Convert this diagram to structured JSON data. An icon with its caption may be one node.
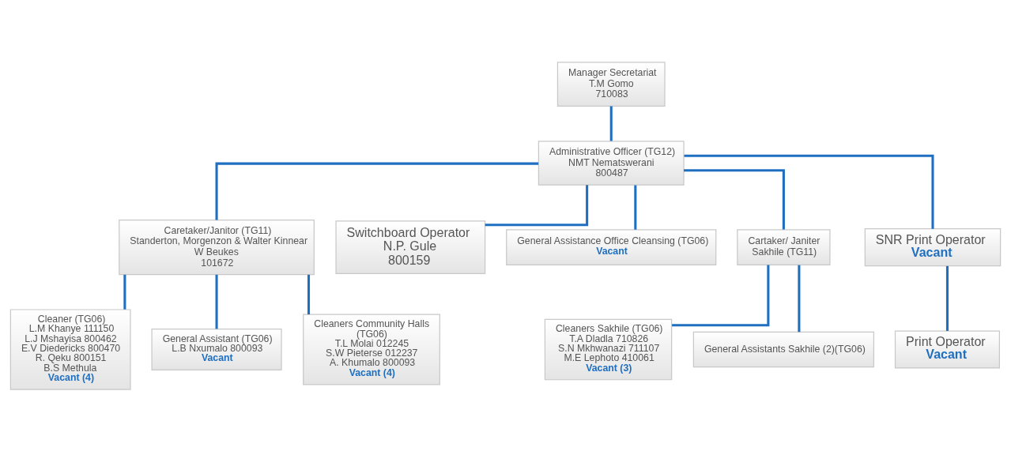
{
  "diagram": {
    "nodes": [
      {
        "text": [
          "Manager Secretariat",
          "T.M Gomo",
          "710083"
        ]
      },
      {
        "text": [
          "Administrative Officer (TG12)",
          "NMT Nematswerani",
          "800487"
        ]
      },
      {
        "text": [
          "Caretaker/Janitor (TG11)",
          "Standerton, Morgenzon & Walter Kinnear",
          "W Beukes",
          "101672"
        ]
      },
      {
        "text": [
          "Switchboard Operator",
          "N.P. Gule",
          "800159"
        ]
      },
      {
        "text": [
          "General Assistance Office Cleansing (TG06)",
          "Vacant"
        ]
      },
      {
        "text": [
          "Cartaker/ Janiter",
          "Sakhile (TG11)"
        ]
      },
      {
        "text": [
          "SNR Print Operator",
          "Vacant"
        ]
      },
      {
        "text": [
          "Cleaner (TG06)",
          "L.M Khanye 111150",
          "L.J Mshayisa 800462",
          "E.V Diedericks 800470",
          "R. Qeku 800151",
          "B.S Methula",
          "Vacant (4)"
        ]
      },
      {
        "text": [
          "General Assistant (TG06)",
          "L.B Nxumalo 800093",
          "Vacant"
        ]
      },
      {
        "text": [
          "Cleaners Community Halls",
          "(TG06)",
          "T.L Molai 012245",
          "S.W Pieterse 012237",
          "A. Khumalo 800093",
          "Vacant (4)"
        ]
      },
      {
        "text": [
          "Cleaners Sakhile (TG06)",
          "T.A Dladla 710826",
          "S.N Mkhwanazi 711107",
          "M.E Lephoto 410061",
          "Vacant (3)"
        ]
      },
      {
        "text": [
          "General Assistants Sakhile (2)(TG06)"
        ]
      },
      {
        "text": [
          "Print Operator",
          "Vacant"
        ]
      }
    ],
    "edges": [
      {
        "from": 0,
        "to": 1,
        "arrow": "none"
      },
      {
        "from": 1,
        "to": 2,
        "arrow": "none"
      },
      {
        "from": 1,
        "to": 3,
        "arrow": "none"
      },
      {
        "from": 1,
        "to": 4,
        "arrow": "none"
      },
      {
        "from": 1,
        "to": 5,
        "arrow": "none"
      },
      {
        "from": 1,
        "to": 6,
        "arrow": "none"
      },
      {
        "from": 2,
        "to": 7,
        "arrow": "none"
      },
      {
        "from": 2,
        "to": 8,
        "arrow": "none"
      },
      {
        "from": 2,
        "to": 9,
        "arrow": "none"
      },
      {
        "from": 5,
        "to": 10,
        "arrow": "none"
      },
      {
        "from": 5,
        "to": 11,
        "arrow": "none"
      },
      {
        "from": 6,
        "to": 12,
        "arrow": "none"
      }
    ]
  }
}
